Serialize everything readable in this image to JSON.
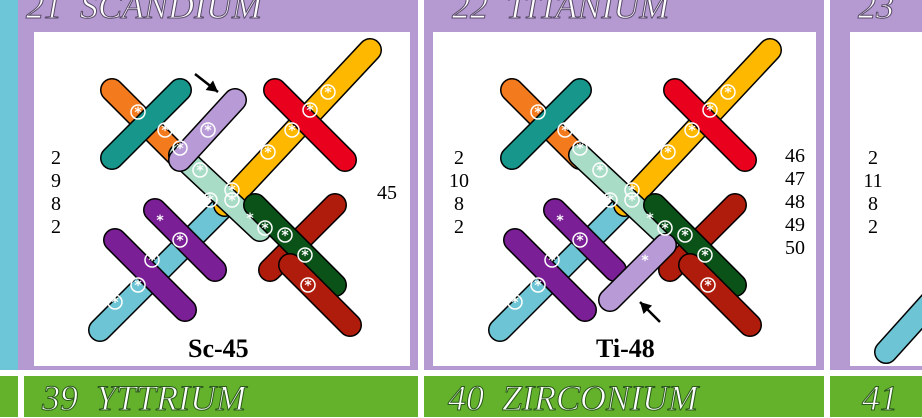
{
  "colors": {
    "purple": "#b49ad0",
    "green": "#64b22c",
    "left_edge": "#6cc6d8",
    "bar_orange": "#f47a1e",
    "bar_teal": "#17978c",
    "bar_lavender": "#b89ad6",
    "bar_red": "#e8001c",
    "bar_gold": "#ffb800",
    "bar_mint": "#a8dcc6",
    "bar_purple": "#7b1f96",
    "bar_skyblue": "#6cc4d4",
    "bar_darkred": "#b01c0c",
    "bar_darkgreen": "#0a5218"
  },
  "top_headers": [
    "21  SCANDIUM",
    "22  TITANIUM",
    "23"
  ],
  "bottom_headers": [
    "39  YTTRIUM",
    "40  ZIRCONIUM",
    "41"
  ],
  "panels": [
    {
      "label": "Sc-45",
      "left_numbers": [
        "2",
        "9",
        "8",
        "2"
      ],
      "right_numbers": [
        "45"
      ]
    },
    {
      "label": "Ti-48",
      "left_numbers": [
        "2",
        "10",
        "8",
        "2"
      ],
      "right_numbers": [
        "46",
        "47",
        "48",
        "49",
        "50"
      ]
    },
    {
      "label": "",
      "left_numbers": [
        "2",
        "11",
        "8",
        "2"
      ],
      "right_numbers": []
    }
  ]
}
